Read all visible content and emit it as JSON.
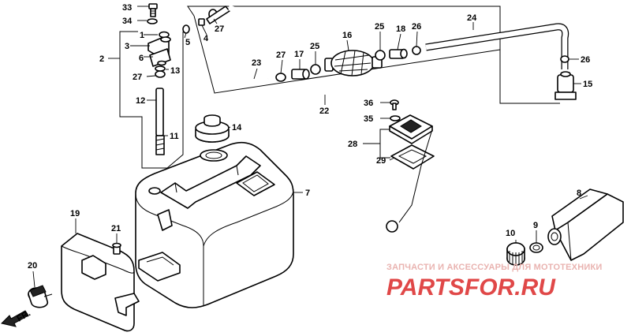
{
  "callouts": [
    "33",
    "34",
    "1",
    "3",
    "6",
    "5",
    "4",
    "27",
    "2",
    "27",
    "13",
    "12",
    "11",
    "14",
    "23",
    "27",
    "17",
    "25",
    "16",
    "25",
    "18",
    "26",
    "24",
    "26",
    "15",
    "22",
    "36",
    "35",
    "28",
    "29",
    "7",
    "8",
    "9",
    "10",
    "19",
    "21",
    "20"
  ],
  "watermark": {
    "caption": "ЗАПЧАСТИ И АКСЕССУАРЫ ДЛЯ МОТОТЕХНИКИ",
    "brand": "PARTSFOR.RU"
  },
  "direction_marker": "FR.",
  "colors": {
    "line": "#000000",
    "background": "#ffffff",
    "watermark_caption": "#e9b3b0",
    "watermark_brand": "#e04848"
  }
}
